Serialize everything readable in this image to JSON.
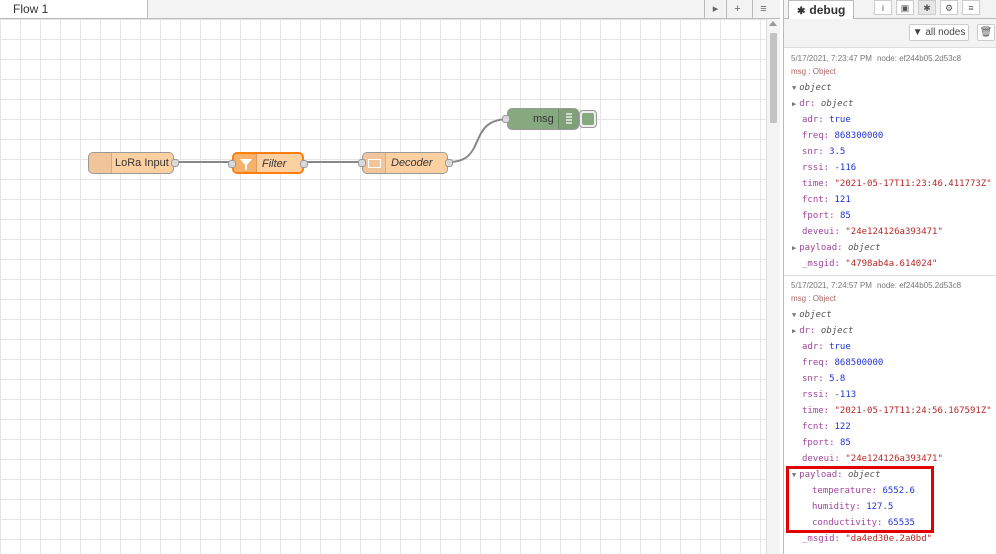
{
  "workspace": {
    "tab": "Flow 1",
    "nodes": {
      "lora": "LoRa Input",
      "filter": "Filter",
      "decoder": "Decoder",
      "msg": "msg"
    }
  },
  "sidebar": {
    "tab": "debug",
    "filter_label": "all nodes",
    "messages": [
      {
        "timestamp": "5/17/2021, 7:23:47 PM",
        "node": "node: ef244b05.2d53c8",
        "type": "msg : Object",
        "root": "object",
        "fields": {
          "dr": "object",
          "adr": "true",
          "freq": "868300000",
          "snr": "3.5",
          "rssi": "-116",
          "time": "\"2021-05-17T11:23:46.411773Z\"",
          "fcnt": "121",
          "fport": "85",
          "deveui": "\"24e124126a393471\"",
          "payload": "object",
          "msgid": "\"4798ab4a.614024\""
        }
      },
      {
        "timestamp": "5/17/2021, 7:24:57 PM",
        "node": "node: ef244b05.2d53c8",
        "type": "msg : Object",
        "root": "object",
        "fields": {
          "dr": "object",
          "adr": "true",
          "freq": "868500000",
          "snr": "5.8",
          "rssi": "-113",
          "time": "\"2021-05-17T11:24:56.167591Z\"",
          "fcnt": "122",
          "fport": "85",
          "deveui": "\"24e124126a393471\"",
          "payload": "object",
          "temperature": "6552.6",
          "humidity": "127.5",
          "conductivity": "65535",
          "msgid": "\"da4ed30e.2a0bd\""
        }
      }
    ]
  },
  "colors": {
    "node_lora": "#fdd0a2",
    "node_filter": "#fdd0a2",
    "node_filter_border": "#ff7f0e",
    "node_decoder": "#fdd0a2",
    "node_debug": "#87a980",
    "highlight": "#e00000"
  }
}
